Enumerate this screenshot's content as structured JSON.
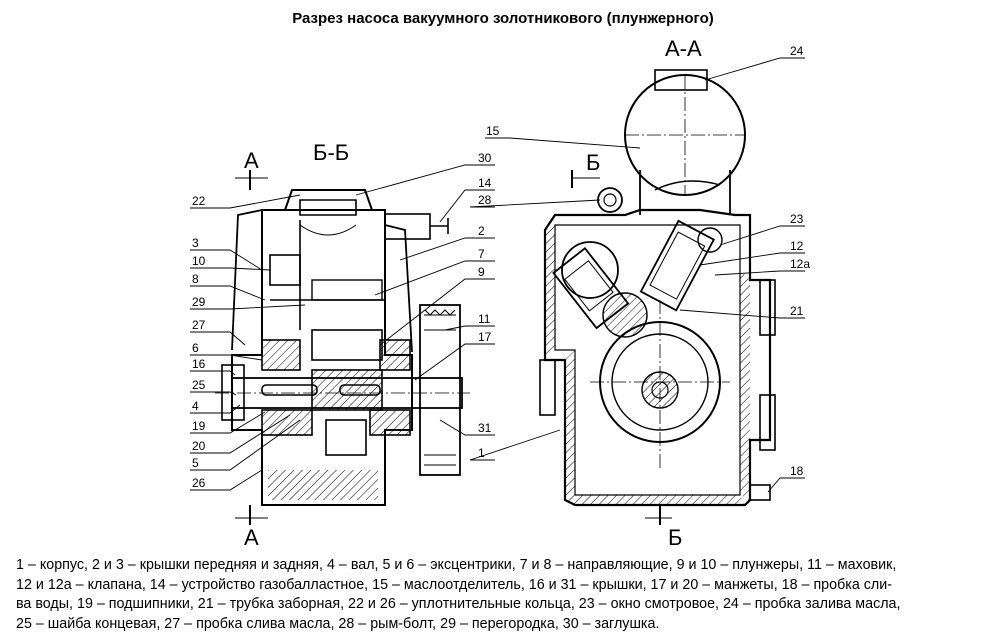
{
  "title": "Разрез насоса вакуумного золотникового (плунжерного)",
  "section_labels": {
    "bb": "Б-Б",
    "aa": "А-А",
    "a_top": "А",
    "a_bottom": "А",
    "b_top": "Б",
    "b_bottom": "Б"
  },
  "callouts_left": [
    "22",
    "3",
    "10",
    "8",
    "29",
    "27",
    "6",
    "16",
    "25",
    "4",
    "19",
    "20",
    "5",
    "26"
  ],
  "callouts_mid": [
    "30",
    "14",
    "2",
    "7",
    "9",
    "11",
    "17",
    "31",
    "1",
    "28",
    "15"
  ],
  "callouts_right": [
    "24",
    "23",
    "12",
    "12а",
    "21",
    "18"
  ],
  "caption_lines": [
    "1 – корпус, 2 и 3 – крышки передняя и задняя, 4 – вал, 5 и 6 – эксцентрики, 7 и 8 – направляющие, 9 и 10 – плунжеры, 11 – маховик,",
    "12 и 12а – клапана, 14 – устройство газобалластное, 15 – маслоотделитель, 16 и 31 – крышки, 17 и 20 – манжеты, 18 – пробка сли-",
    "ва воды, 19 – подшипники, 21 – трубка заборная, 22 и 26 – уплотнительные кольца, 23 – окно смотровое, 24 – пробка залива масла,",
    "25 – шайба концевая, 27 – пробка слива масла, 28 – рым-болт, 29 – перегородка, 30 – заглушка."
  ]
}
